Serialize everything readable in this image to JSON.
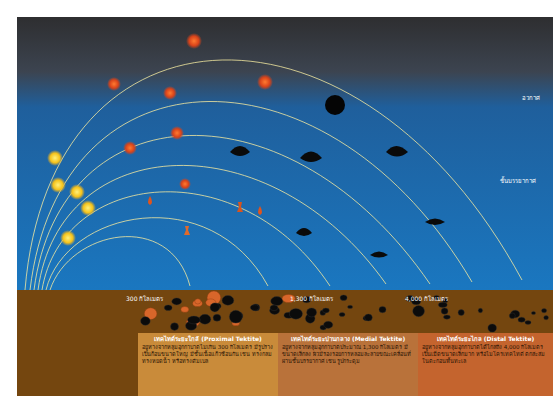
{
  "diagram": {
    "nodes": [
      {
        "text": [
          "เทคไทต์ระยะใกล้ (Proximal Tektite)",
          "อยู่ห่างจากหลุมอุกกาบาตไม่เกิน 300 กิโลเมตร มีรูปร่างเป็นก้อนขนาดใหญ่ มีชั้นเนื้อแก้วซ้อนกัน เช่น ทรงกลม ทรงหยดน้ำ หรือทรงดัมเบล"
        ]
      },
      {
        "text": [
          "เทคไทต์ระยะปานกลาง (Medial Tektite)",
          "อยู่ห่างจากหลุมอุกกาบาตประมาณ 1,300 กิโลเมตร มีขนาดเล็กลง ผิวมีร่องรอยการหลอมละลายขณะเคลื่อนที่ผ่านชั้นบรรยากาศ เช่น รูปกระดุม"
        ]
      },
      {
        "text": [
          "เทคไทต์ระยะไกล (Distal Tektite)",
          "อยู่ห่างจากหลุมอุกกาบาตได้ไกลถึง 4,000 กิโลเมตร เป็นเม็ดขนาดเล็กมาก หรือไมโครเทคไทต์ ตกสะสมในตะกอนพื้นทะเล"
        ]
      }
    ],
    "labels": [
      "อวกาศ",
      "ชั้นบรรยากาศ",
      "300 กิโลเมตร",
      "1,300 กิโลเมตร",
      "4,000 กิโลเมตร"
    ]
  }
}
